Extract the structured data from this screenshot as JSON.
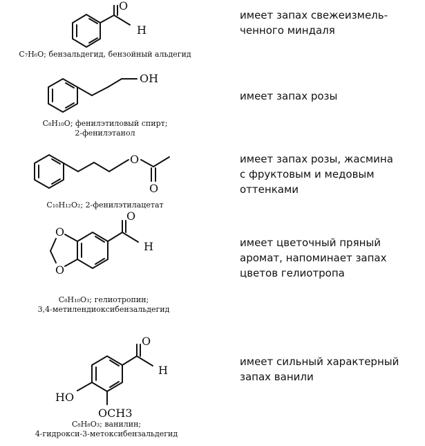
{
  "compounds": [
    {
      "caption_lines": [
        "C₇H₆O; бензальдегид, бензойный альдегид"
      ],
      "description_lines": [
        "имеет запах свежеизмель-",
        "ченного миндаля"
      ],
      "atoms": {
        "o": "O",
        "h": "H"
      }
    },
    {
      "caption_lines": [
        "C₈H₁₀O; фенилэтиловый спирт;",
        "2-фенилэтанол"
      ],
      "description_lines": [
        "имеет запах розы"
      ],
      "atoms": {
        "oh": "OH"
      }
    },
    {
      "caption_lines": [
        "C₁₀H₁₂O₂; 2-фенилэтилацетат"
      ],
      "description_lines": [
        "имеет запах розы, жасмина",
        "с фруктовым и медовым",
        "оттенками"
      ],
      "atoms": {
        "o1": "O",
        "o2": "O"
      }
    },
    {
      "caption_lines": [
        "C₈H₁₀O₃; гелиотропин;",
        "3,4-метилендиоксибензальдегид"
      ],
      "description_lines": [
        "имеет цветочный пряный",
        "аромат, напоминает запах",
        "цветов гелиотропа"
      ],
      "atoms": {
        "o": "O",
        "h": "H",
        "o_ring1": "O",
        "o_ring2": "O"
      }
    },
    {
      "caption_lines": [
        "C₈H₈O₃; ванилин;",
        "4-гидрокси-3-метоксибензальдегид"
      ],
      "description_lines": [
        "имеет сильный характерный",
        "запах ванили"
      ],
      "atoms": {
        "o": "O",
        "h": "H",
        "ho": "HO",
        "och3": "OCH3"
      }
    }
  ]
}
